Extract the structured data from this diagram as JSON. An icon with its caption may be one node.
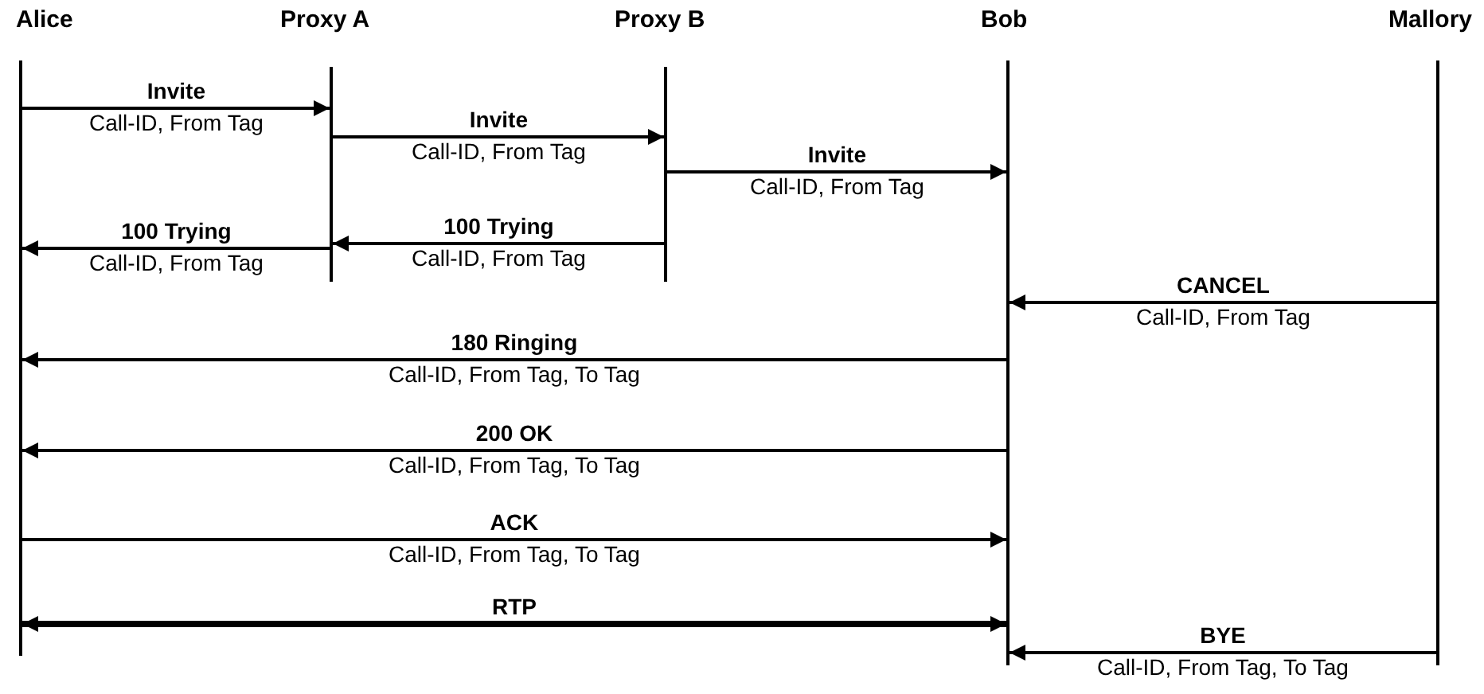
{
  "diagram": {
    "nodes": [
      {
        "text": [
          "Alice"
        ]
      },
      {
        "text": [
          "Proxy A"
        ]
      },
      {
        "text": [
          "Proxy B"
        ]
      },
      {
        "text": [
          "Bob"
        ]
      },
      {
        "text": [
          "Mallory"
        ]
      }
    ],
    "edges": [
      {
        "from": 0,
        "to": 1,
        "arrow": "to",
        "label": "**Invite** Call-ID, From Tag"
      },
      {
        "from": 1,
        "to": 2,
        "arrow": "to",
        "label": "**Invite** Call-ID, From Tag"
      },
      {
        "from": 2,
        "to": 3,
        "arrow": "to",
        "label": "**Invite** Call-ID, From Tag"
      },
      {
        "from": 1,
        "to": 0,
        "arrow": "to",
        "label": "**100 Trying** Call-ID, From Tag"
      },
      {
        "from": 2,
        "to": 1,
        "arrow": "to",
        "label": "**100 Trying** Call-ID, From Tag"
      },
      {
        "from": 4,
        "to": 3,
        "arrow": "to",
        "label": "**CANCEL** Call-ID, From Tag"
      },
      {
        "from": 3,
        "to": 0,
        "arrow": "to",
        "label": "**180 Ringing** Call-ID, From Tag, To Tag"
      },
      {
        "from": 3,
        "to": 0,
        "arrow": "to",
        "label": "**200 OK** Call-ID, From Tag, To Tag"
      },
      {
        "from": 0,
        "to": 3,
        "arrow": "to",
        "label": "**ACK** Call-ID, From Tag, To Tag"
      },
      {
        "from": 0,
        "to": 3,
        "arrow": "both",
        "label": "**RTP**",
        "style": "thick"
      },
      {
        "from": 4,
        "to": 3,
        "arrow": "to",
        "label": "**BYE** Call-ID, From Tag, To Tag"
      }
    ]
  }
}
